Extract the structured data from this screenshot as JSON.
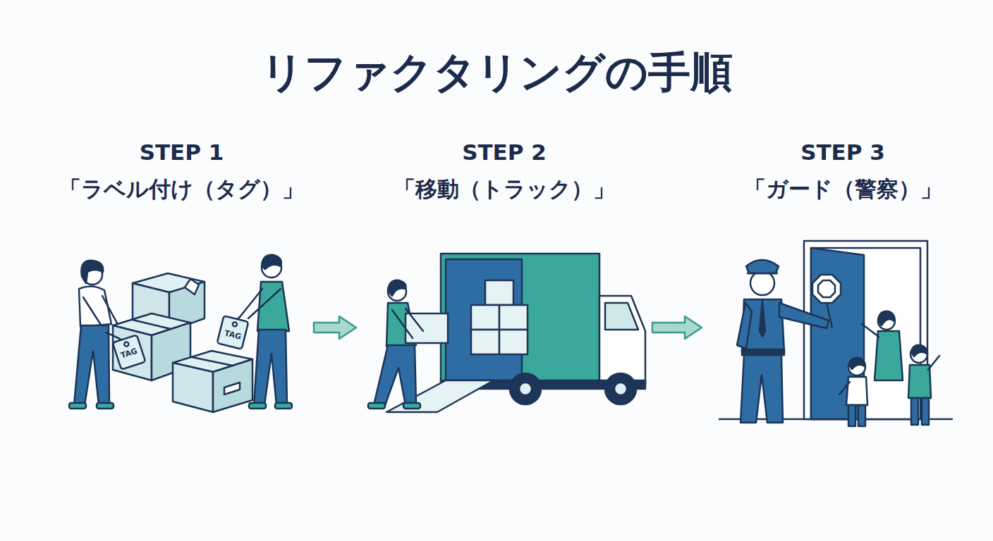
{
  "diagram": {
    "title": "リファクタリングの手順",
    "nodes": [
      {
        "text": [
          "STEP 1",
          "「ラベル付け（タグ）」"
        ]
      },
      {
        "text": [
          "STEP 2",
          "「移動（トラック）」"
        ]
      },
      {
        "text": [
          "STEP 3",
          "「ガード（警察）」"
        ]
      }
    ],
    "edges": [
      {
        "from": 0,
        "to": 1,
        "arrow": "to"
      },
      {
        "from": 1,
        "to": 2,
        "arrow": "to"
      }
    ],
    "labels": [
      "TAG",
      "TAG"
    ]
  }
}
